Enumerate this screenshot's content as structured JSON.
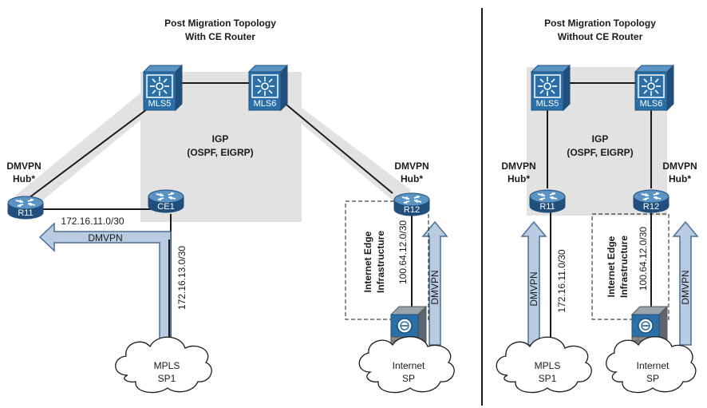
{
  "left": {
    "title_line1": "Post Migration Topology",
    "title_line2": "With CE Router",
    "igp_line1": "IGP",
    "igp_line2": "(OSPF, EIGRP)",
    "hub_r11_line1": "DMVPN",
    "hub_r11_line2": "Hub*",
    "hub_r12_line1": "DMVPN",
    "hub_r12_line2": "Hub*",
    "mls5": "MLS5",
    "mls6": "MLS6",
    "r11": "R11",
    "ce1": "CE1",
    "r12": "R12",
    "link_r11_ce1": "172.16.11.0/30",
    "link_ce1_mpls": "172.16.13.0/30",
    "link_r12_fw": "100.64.12.0/30",
    "dmvpn_left_arrow": "DMVPN",
    "dmvpn_right_arrow": "DMVPN",
    "iei_line1": "Internet Edge",
    "iei_line2": "Infrastructure",
    "mpls_line1": "MPLS",
    "mpls_line2": "SP1",
    "internet_line1": "Internet",
    "internet_line2": "SP"
  },
  "right": {
    "title_line1": "Post Migration Topology",
    "title_line2": "Without CE Router",
    "igp_line1": "IGP",
    "igp_line2": "(OSPF, EIGRP)",
    "hub_r11_line1": "DMVPN",
    "hub_r11_line2": "Hub*",
    "hub_r12_line1": "DMVPN",
    "hub_r12_line2": "Hub*",
    "mls5": "MLS5",
    "mls6": "MLS6",
    "r11": "R11",
    "r12": "R12",
    "link_r11_mpls": "172.16.11.0/30",
    "link_r12_fw": "100.64.12.0/30",
    "dmvpn_left_arrow": "DMVPN",
    "dmvpn_right_arrow": "DMVPN",
    "iei_line1": "Internet Edge",
    "iei_line2": "Infrastructure",
    "mpls_line1": "MPLS",
    "mpls_line2": "SP1",
    "internet_line1": "Internet",
    "internet_line2": "SP"
  },
  "colors": {
    "device_blue": "#2a6fa8",
    "device_dark": "#1f4f7a",
    "arrow_fill": "#b9cbe0",
    "arrow_stroke": "#4a6f96",
    "igp_area": "#e2e2e2",
    "firewall_gray": "#8c8c8c"
  }
}
